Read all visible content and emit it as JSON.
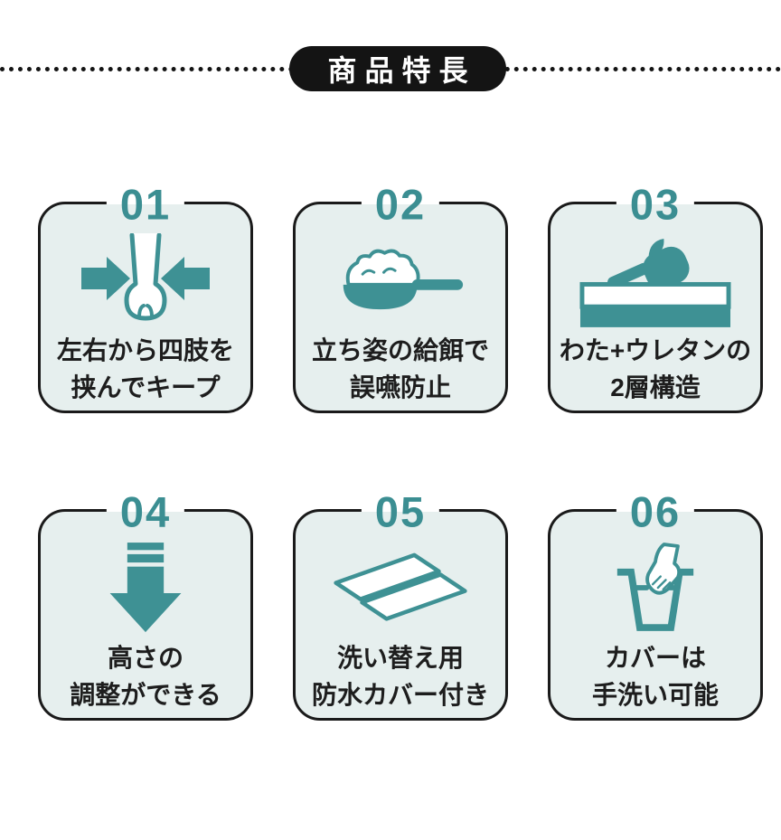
{
  "header": {
    "title": "商品特長",
    "pill_color": "#141414",
    "title_color": "#ffffff",
    "dotted_line_color": "#141414"
  },
  "colors": {
    "accent_teal": "#3b8e92",
    "card_background": "#e6efee",
    "card_border": "#1a1a1a",
    "text": "#1d1d1d",
    "page_background": "#ffffff"
  },
  "cards": [
    {
      "number": "01",
      "icon": "squeeze-paw-icon",
      "line1": "左右から四肢を",
      "line2": "挟んでキープ"
    },
    {
      "number": "02",
      "icon": "feeding-spoon-icon",
      "line1": "立ち姿の給餌で",
      "line2": "誤嚥防止"
    },
    {
      "number": "03",
      "icon": "two-layer-cushion-icon",
      "line1": "わた+ウレタンの",
      "line2": "2層構造"
    },
    {
      "number": "04",
      "icon": "height-adjust-arrow-icon",
      "line1": "高さの",
      "line2": "調整ができる"
    },
    {
      "number": "05",
      "icon": "waterproof-covers-icon",
      "line1": "洗い替え用",
      "line2": "防水カバー付き"
    },
    {
      "number": "06",
      "icon": "hand-wash-icon",
      "line1": "カバーは",
      "line2": "手洗い可能"
    }
  ]
}
